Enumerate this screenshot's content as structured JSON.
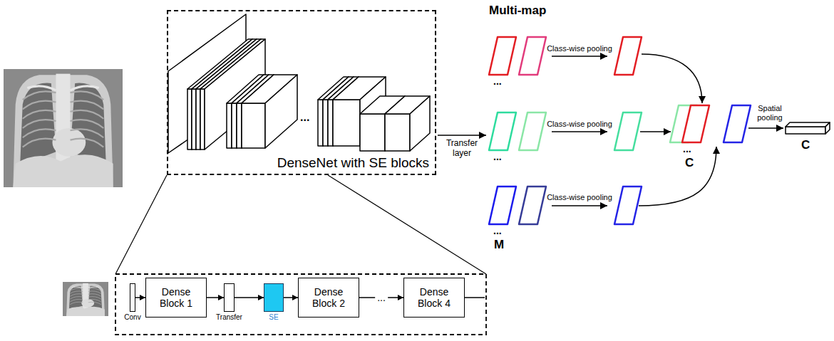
{
  "diagram": {
    "nodes": [
      {
        "text": [
          "DenseNet with SE blocks"
        ]
      },
      {
        "text": [
          "Conv"
        ]
      },
      {
        "text": [
          "Dense Block 1"
        ]
      },
      {
        "text": [
          "Transfer"
        ]
      },
      {
        "text": [
          "SE"
        ]
      },
      {
        "text": [
          "Dense Block 2"
        ]
      },
      {
        "text": [
          "Dense Block 4"
        ]
      }
    ],
    "edges": [
      {
        "from": 1,
        "to": 2,
        "arrow": "to"
      },
      {
        "from": 2,
        "to": 3,
        "arrow": "to"
      },
      {
        "from": 3,
        "to": 4,
        "arrow": "to"
      },
      {
        "from": 4,
        "to": 5,
        "arrow": "to"
      },
      {
        "from": 5,
        "to": 6,
        "label": "...",
        "arrow": "to"
      }
    ],
    "labels": [
      "Multi-map",
      "Transfer layer",
      "...",
      "Class-wise pooling",
      "Class-wise pooling",
      "Class-wise pooling",
      "...",
      "...",
      "...",
      "M",
      "...",
      "C",
      "Spatial pooling",
      "C"
    ]
  }
}
